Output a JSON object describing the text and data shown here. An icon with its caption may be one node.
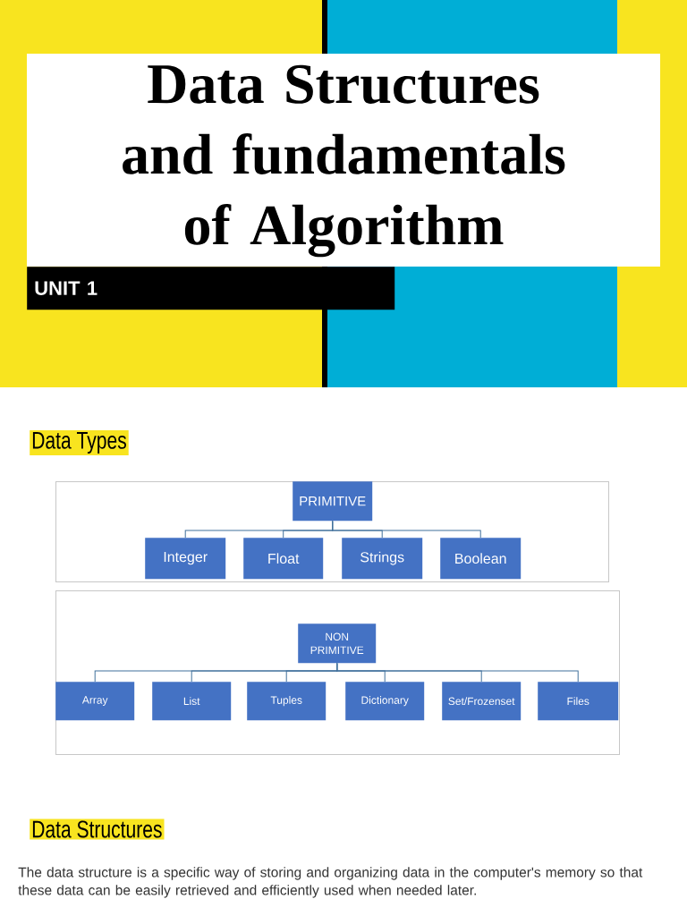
{
  "diagram": {
    "title": "Data Structures and fundamentals of Algorithm",
    "nodes": [
      {
        "text": [],
        "shape": "box"
      },
      {
        "text": [
          "PRIMITIVE"
        ],
        "in": 0
      },
      {
        "text": [
          "Integer"
        ],
        "in": 0
      },
      {
        "text": [
          "Float"
        ],
        "in": 0
      },
      {
        "text": [
          "Strings"
        ],
        "in": 0
      },
      {
        "text": [
          "Boolean"
        ],
        "in": 0
      },
      {
        "text": [],
        "shape": "box"
      },
      {
        "text": [
          "NON PRIMITIVE"
        ],
        "in": 6
      },
      {
        "text": [
          "Array"
        ],
        "in": 6
      },
      {
        "text": [
          "List"
        ],
        "in": 6
      },
      {
        "text": [
          "Tuples"
        ],
        "in": 6
      },
      {
        "text": [
          "Dictionary"
        ],
        "in": 6
      },
      {
        "text": [
          "Set/Frozenset"
        ],
        "in": 6
      },
      {
        "text": [
          "Files"
        ],
        "in": 6
      }
    ],
    "edges": [
      {
        "from": 1,
        "to": 2,
        "arrow": "none"
      },
      {
        "from": 1,
        "to": 3,
        "arrow": "none"
      },
      {
        "from": 1,
        "to": 4,
        "arrow": "none"
      },
      {
        "from": 1,
        "to": 5,
        "arrow": "none"
      },
      {
        "from": 7,
        "to": 8,
        "arrow": "none"
      },
      {
        "from": 7,
        "to": 9,
        "arrow": "none"
      },
      {
        "from": 7,
        "to": 10,
        "arrow": "none"
      },
      {
        "from": 7,
        "to": 11,
        "arrow": "none"
      },
      {
        "from": 7,
        "to": 12,
        "arrow": "none"
      },
      {
        "from": 7,
        "to": 13,
        "arrow": "none"
      }
    ],
    "labels": [
      "UNIT 1",
      "Data Types",
      "Data Structures",
      "The data structure is a specific way of storing and organizing data in the computer's memory so that these data can be easily retrieved and efficiently used when needed later."
    ]
  }
}
